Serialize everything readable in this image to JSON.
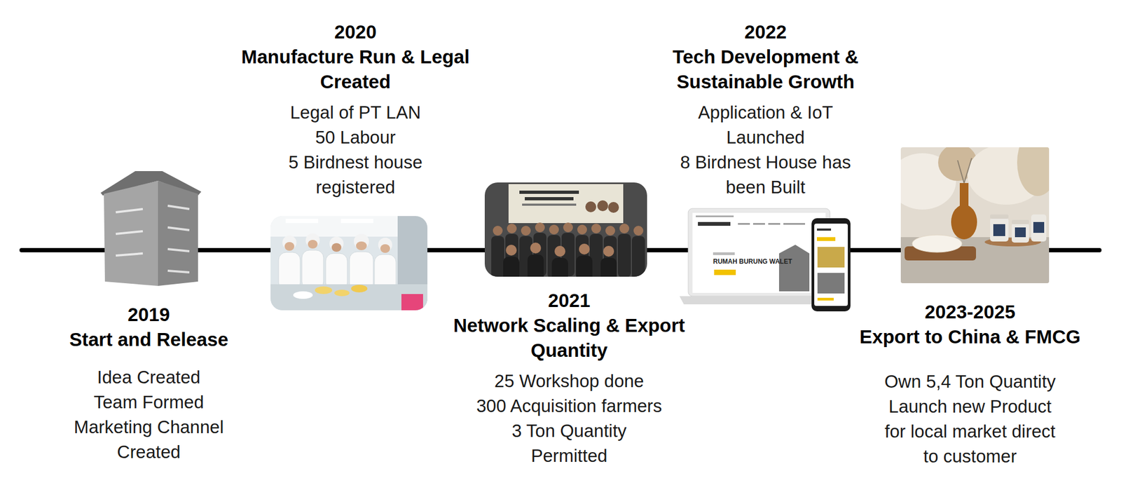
{
  "diagram": {
    "labels": [
      "2019",
      "Start and Release",
      "Idea Created",
      "Team Formed",
      "Marketing Channel Created",
      "2020",
      "Manufacture Run & Legal Created",
      "Legal of PT LAN",
      "50 Labour",
      "5 Birdnest house registered",
      "2021",
      "Network Scaling & Export Quantity",
      "25 Workshop done",
      "300 Acquisition farmers",
      "3 Ton Quantity Permitted",
      "2022",
      "Tech Development & Sustainable Growth",
      "Application & IoT Launched",
      "8 Birdnest House has been Built",
      "RUMAH BURUNG WALET",
      "2023-2025",
      "Export to China & FMCG",
      "Own 5,4 Ton Quantity",
      "Launch new Product for local market direct to customer"
    ]
  }
}
